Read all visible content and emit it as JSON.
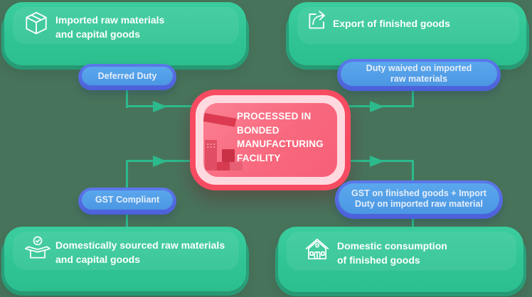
{
  "diagram": {
    "background_color": "#48735B",
    "colors": {
      "node_green": "#31C695",
      "node_green_shadow": "#2BA981",
      "badge_blue_fill": "#55A2EA",
      "badge_blue_border": "#5871E6",
      "connector_green": "#2CBA8C",
      "center_red": "#F74B61",
      "center_ring_pink": "#FFD9E0",
      "center_panel_pink": "#F8697E",
      "text_white": "#FFFFFF"
    },
    "nodes": {
      "top_left": {
        "icon": "package-icon",
        "label": "Imported raw materials and capital goods",
        "lines": [
          "Imported raw materials",
          "and capital goods"
        ]
      },
      "top_right": {
        "icon": "export-icon",
        "label": "Export of finished goods",
        "lines": [
          "Export of finished goods"
        ]
      },
      "bottom_left": {
        "icon": "open-box-check-icon",
        "label": "Domestically sourced raw materials and capital goods",
        "lines": [
          "Domestically sourced raw materials",
          "and capital goods"
        ]
      },
      "bottom_right": {
        "icon": "house-icon",
        "label": "Domestic consumption of finished goods",
        "lines": [
          "Domestic consumption",
          "of finished goods"
        ]
      }
    },
    "badges": {
      "deferred_duty": {
        "label": "Deferred Duty",
        "lines": [
          "Deferred Duty"
        ]
      },
      "duty_waived": {
        "label": "Duty waived on imported raw materials",
        "lines": [
          "Duty waived on imported",
          "raw materials"
        ]
      },
      "gst_compliant": {
        "label": "GST Compliant",
        "lines": [
          "GST Compliant"
        ]
      },
      "gst_finished": {
        "label": "GST on finished goods + Import Duty on imported raw material",
        "lines": [
          "GST on finished goods + Import",
          "Duty on imported raw material"
        ]
      }
    },
    "center": {
      "icon": "factory-icon",
      "title": "PROCESSED IN BONDED MANUFACTURING FACILITY",
      "lines": [
        "PROCESSED IN",
        "BONDED",
        "MANUFACTURING",
        "FACILITY"
      ]
    }
  }
}
